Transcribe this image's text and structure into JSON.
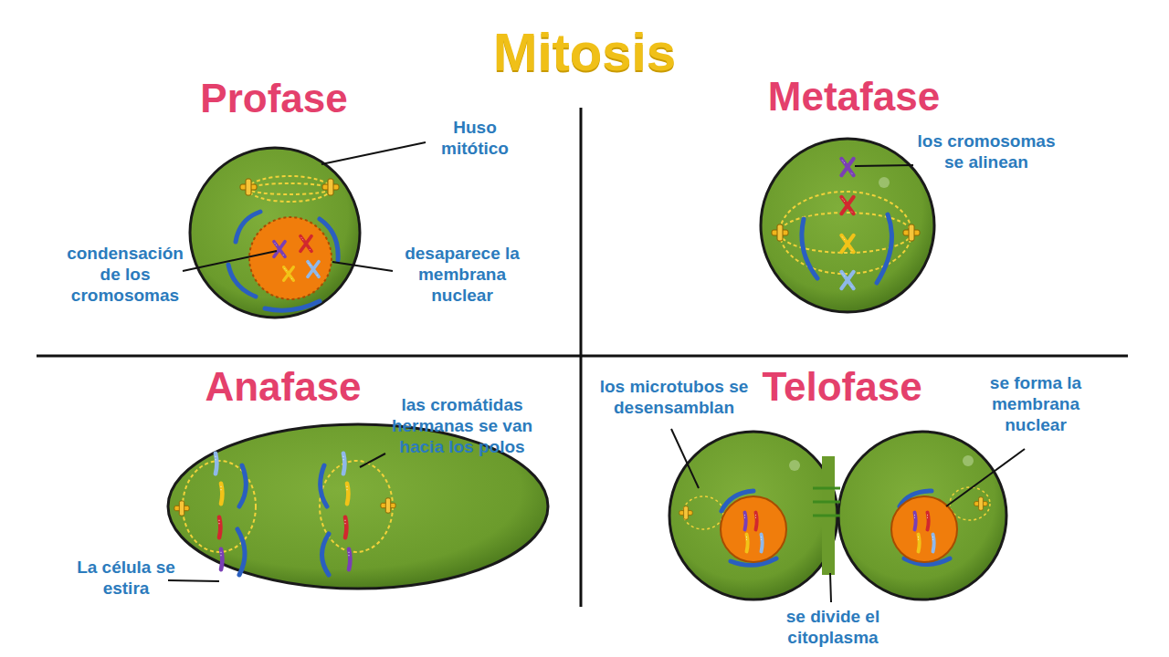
{
  "diagram": {
    "title": "Mitosis",
    "labels": [
      "Profase",
      "Huso mitótico",
      "condensación de los cromosomas",
      "desaparece la membrana nuclear",
      "Metafase",
      "los cromosomas se alinean",
      "Anafase",
      "las cromátidas hermanas se van hacia los polos",
      "La célula se estira",
      "Telofase",
      "los microtubos se desensamblan",
      "se forma la membrana nuclear",
      "se divide el citoplasma"
    ]
  }
}
